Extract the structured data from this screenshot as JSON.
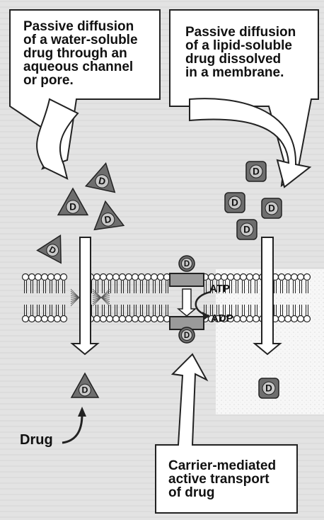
{
  "callouts": {
    "water_soluble": "Passive diffusion\nof a water-soluble\ndrug through an\naqueous channel\nor pore.",
    "lipid_soluble": "Passive diffusion\nof a lipid-soluble\ndrug dissolved\nin a membrane.",
    "carrier": "Carrier-mediated\nactive transport\nof drug",
    "drug": "Drug"
  },
  "energy": {
    "atp": "ATP",
    "adp": "ADP"
  },
  "drug_symbol": "D",
  "colors": {
    "background": "#e3e3e3",
    "panel_white": "#ffffff",
    "drug_fill": "#6e6e6e",
    "drug_badge": "#c9c9c9",
    "carrier_protein": "#9a9a9a",
    "membrane": "#ffffff",
    "outline": "#222222"
  }
}
